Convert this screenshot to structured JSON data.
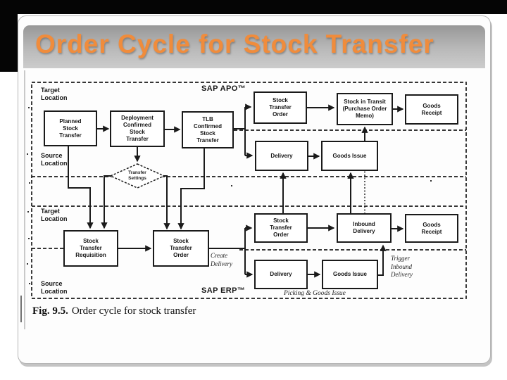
{
  "slide": {
    "title": "Order Cycle for Stock Transfer"
  },
  "figure": {
    "apo": {
      "system_label": "SAP APO™",
      "target_label": "Target\nLocation",
      "source_label": "Source\nLocation",
      "nodes": {
        "planned": "Planned\nStock\nTransfer",
        "deployment": "Deployment\nConfirmed\nStock\nTransfer",
        "tlb": "TLB\nConfirmed\nStock\nTransfer",
        "stock_transfer_order": "Stock\nTransfer\nOrder",
        "stock_in_transit": "Stock in Transit\n(Purchase Order\nMemo)",
        "goods_receipt": "Goods\nReceipt",
        "delivery": "Delivery",
        "goods_issue": "Goods Issue"
      },
      "decision": "Transfer\nSettings"
    },
    "erp": {
      "system_label": "SAP ERP™",
      "target_label": "Target\nLocation",
      "source_label": "Source\nLocation",
      "nodes": {
        "stock_transfer_requisition": "Stock\nTransfer\nRequisition",
        "stock_transfer_order_center": "Stock\nTransfer\nOrder",
        "stock_transfer_order_right": "Stock\nTransfer\nOrder",
        "inbound_delivery": "Inbound\nDelivery",
        "goods_receipt": "Goods\nReceipt",
        "delivery": "Delivery",
        "goods_issue": "Goods Issue"
      }
    },
    "annotations": {
      "create_delivery": "Create\nDelivery",
      "trigger_inbound": "Trigger\nInbound\nDelivery",
      "picking": "Picking & Goods Issue"
    },
    "caption": {
      "label": "Fig. 9.5.",
      "text": "Order cycle for stock transfer"
    }
  },
  "colors": {
    "title_orange": "#F08C3C",
    "titlebar_gray_top": "#979797",
    "titlebar_gray_bottom": "#cccccc",
    "ink": "#1a1a1a",
    "frame_black": "#050505"
  }
}
